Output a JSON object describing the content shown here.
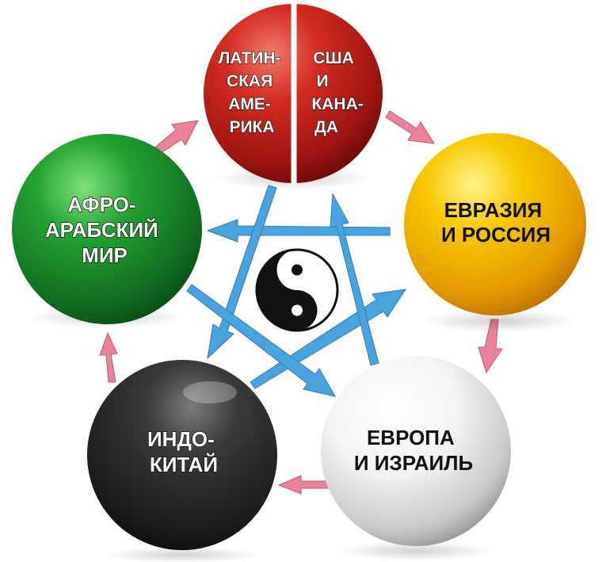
{
  "spheres": {
    "top_left_half": {
      "lines": [
        "ЛАТИН-",
        "СКАЯ",
        "АМЕ-",
        "РИКА"
      ]
    },
    "top_right_half": {
      "lines": [
        "США",
        "И",
        "КАНА-",
        "ДА"
      ]
    },
    "right": {
      "lines": [
        "ЕВРАЗИЯ",
        "И РОССИЯ"
      ]
    },
    "bottom_right": {
      "lines": [
        "ЕВРОПА",
        "И ИЗРАИЛЬ"
      ]
    },
    "bottom_left": {
      "lines": [
        "ИНДО-",
        "КИТАЙ"
      ]
    },
    "left": {
      "lines": [
        "АФРО-",
        "АРАБСКИЙ",
        "МИР"
      ]
    }
  },
  "center_symbol": "yin-yang-icon",
  "colors": {
    "red": "#c41e1e",
    "yellow": "#f3b400",
    "white": "#eeeeee",
    "black": "#2a2a2a",
    "green": "#1d8a2a",
    "star_arrow": "#4aa3dc",
    "cycle_arrow": "#e87a8c"
  }
}
